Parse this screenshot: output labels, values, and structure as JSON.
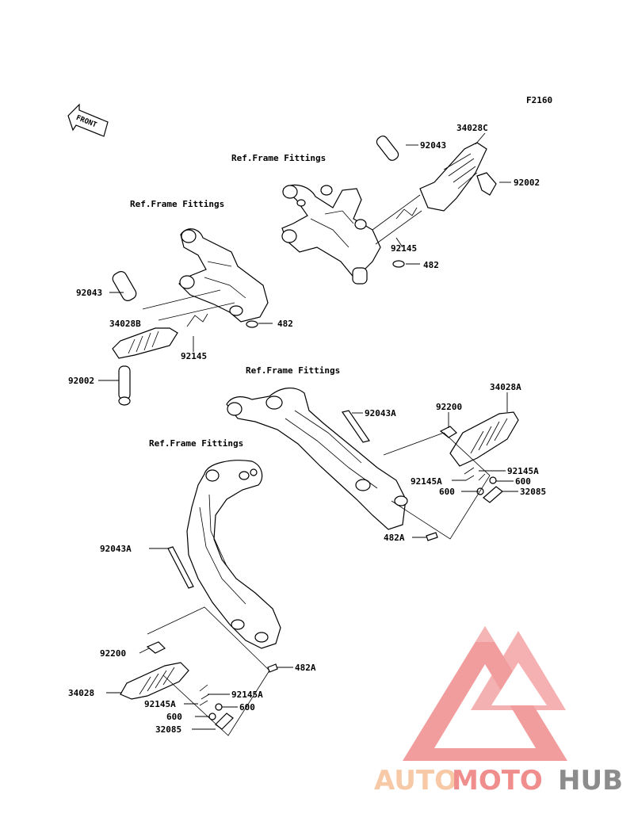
{
  "figure_code": "F2160",
  "front_label": "FRONT",
  "ref_labels": {
    "rear_right": "Ref.Frame Fittings",
    "rear_left": "Ref.Frame Fittings",
    "front_right": "Ref.Frame Fittings",
    "front_left": "Ref.Frame Fittings"
  },
  "part_labels": {
    "p_92043_top": "92043",
    "p_34028C": "34028C",
    "p_92002_right": "92002",
    "p_92145_top": "92145",
    "p_482_top": "482",
    "p_92043_left": "92043",
    "p_34028B": "34028B",
    "p_92145_left": "92145",
    "p_482_left": "482",
    "p_92002_left": "92002",
    "p_92043A_right": "92043A",
    "p_34028A": "34028A",
    "p_92200_right": "92200",
    "p_92145A_r1": "92145A",
    "p_92145A_r2": "92145A",
    "p_600_r1": "600",
    "p_600_r2": "600",
    "p_32085_right": "32085",
    "p_482A_right": "482A",
    "p_92043A_left": "92043A",
    "p_92200_left": "92200",
    "p_482A_left": "482A",
    "p_34028": "34028",
    "p_92145A_l1": "92145A",
    "p_92145A_l2": "92145A",
    "p_600_l1": "600",
    "p_600_l2": "600",
    "p_32085_left": "32085"
  },
  "watermark": {
    "text": "AUTOMOTOHUB",
    "colors": {
      "light": "#f7c9a6",
      "mid": "#f08d8d",
      "dark": "#8c8c8c"
    }
  }
}
